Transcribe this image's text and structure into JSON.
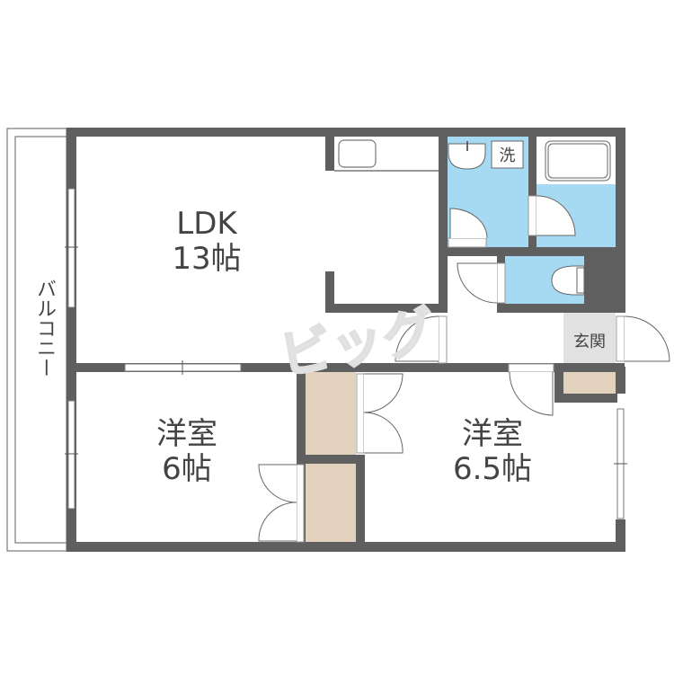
{
  "floorplan": {
    "watermark": "ビッグ",
    "colors": {
      "wall": "#5f5f5f",
      "wet_area": "#a6d9f2",
      "storage": "#e1d1bd",
      "entrance_floor": "#e1e1e1",
      "fixture_line": "#666666",
      "text": "#444444",
      "background": "#ffffff"
    },
    "rooms": {
      "ldk": {
        "name": "LDK",
        "size": "13帖"
      },
      "western1": {
        "name": "洋室",
        "size": "6帖"
      },
      "western2": {
        "name": "洋室",
        "size": "6.5帖"
      },
      "balcony": {
        "name": "バルコニー"
      },
      "washroom": {
        "name": "洗"
      },
      "entrance": {
        "name": "玄関"
      }
    }
  }
}
